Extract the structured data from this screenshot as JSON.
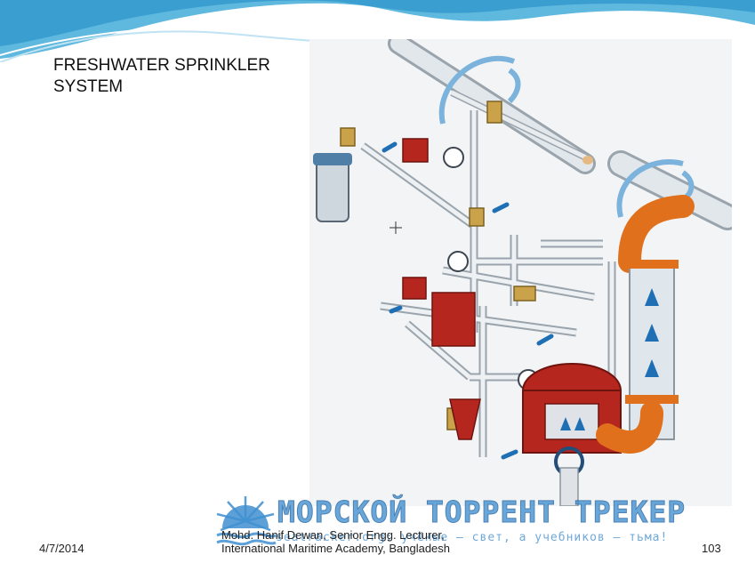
{
  "slide": {
    "title": "FRESHWATER SPRINKLER SYSTEM",
    "date": "4/7/2014",
    "author_line1": "Mohd. Hanif Dewan, Senior Engg. Lecturer,",
    "author_line2": "International Maritime Academy, Bangladesh",
    "page_number": "103"
  },
  "watermark": {
    "title": "МОРСКОЙ ТОРРЕНТ ТРЕКЕР",
    "subtitle": "seatracker.org: учёные — свет, а учебников — тьма!"
  },
  "colors": {
    "banner": "#5fb8de",
    "pipe": "#d6dde3",
    "valve_red": "#b5261e",
    "riser_orange": "#e0701c",
    "flow_arrow": "#1f6fb5",
    "brass": "#c9a24a"
  }
}
